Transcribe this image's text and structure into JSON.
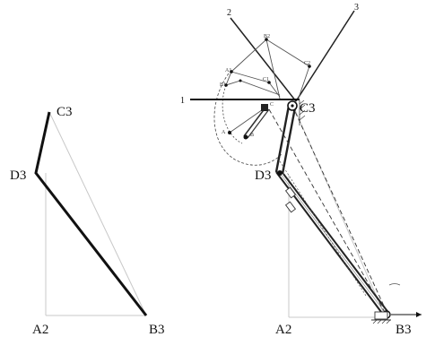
{
  "left_figure": {
    "labels": {
      "c3": "C3",
      "d3": "D3",
      "a2": "A2",
      "b3": "B3"
    }
  },
  "right_figure": {
    "labels": {
      "c3": "C3",
      "d3": "D3",
      "a2": "A2",
      "b3": "B3",
      "line_1": "1",
      "line_2": "2",
      "line_3": "3"
    },
    "small_labels": {
      "a1": "A1",
      "b1": "B1",
      "c1": "C1",
      "b2": "B2",
      "c2": "C2",
      "a_lower": "A",
      "b_lower": "B",
      "c_mid": "C"
    }
  }
}
